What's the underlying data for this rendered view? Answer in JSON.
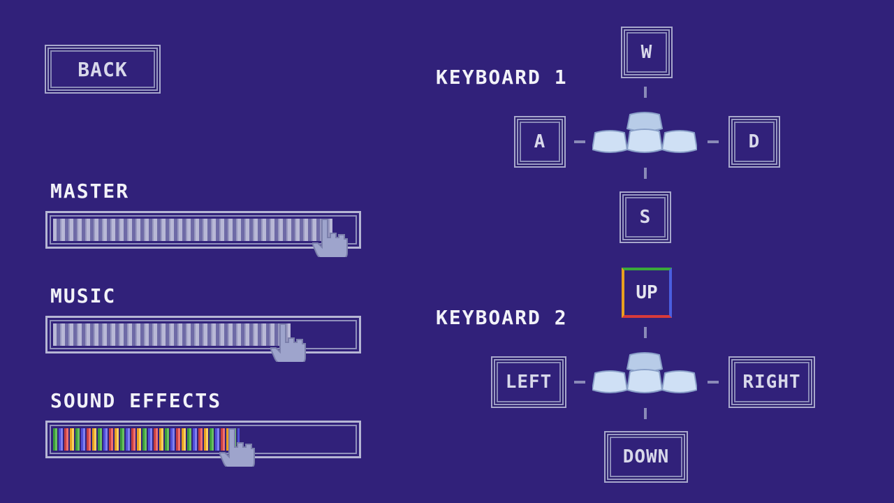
{
  "back_label": "BACK",
  "volume": {
    "master": {
      "label": "MASTER",
      "level": 0.93
    },
    "music": {
      "label": "MUSIC",
      "level": 0.79
    },
    "sound_effects": {
      "label": "SOUND EFFECTS",
      "level": 0.62
    }
  },
  "keyboard1": {
    "label": "KEYBOARD 1",
    "up": "W",
    "left": "A",
    "right": "D",
    "down": "S"
  },
  "keyboard2": {
    "label": "KEYBOARD 2",
    "up": "UP",
    "left": "LEFT",
    "right": "RIGHT",
    "down": "DOWN"
  },
  "colors": {
    "background": "#31217a",
    "accent_border": "#b6b6d4"
  },
  "icons": {
    "slider_handle": "pointing-hand-icon",
    "key_cluster": "keycaps-icon"
  }
}
